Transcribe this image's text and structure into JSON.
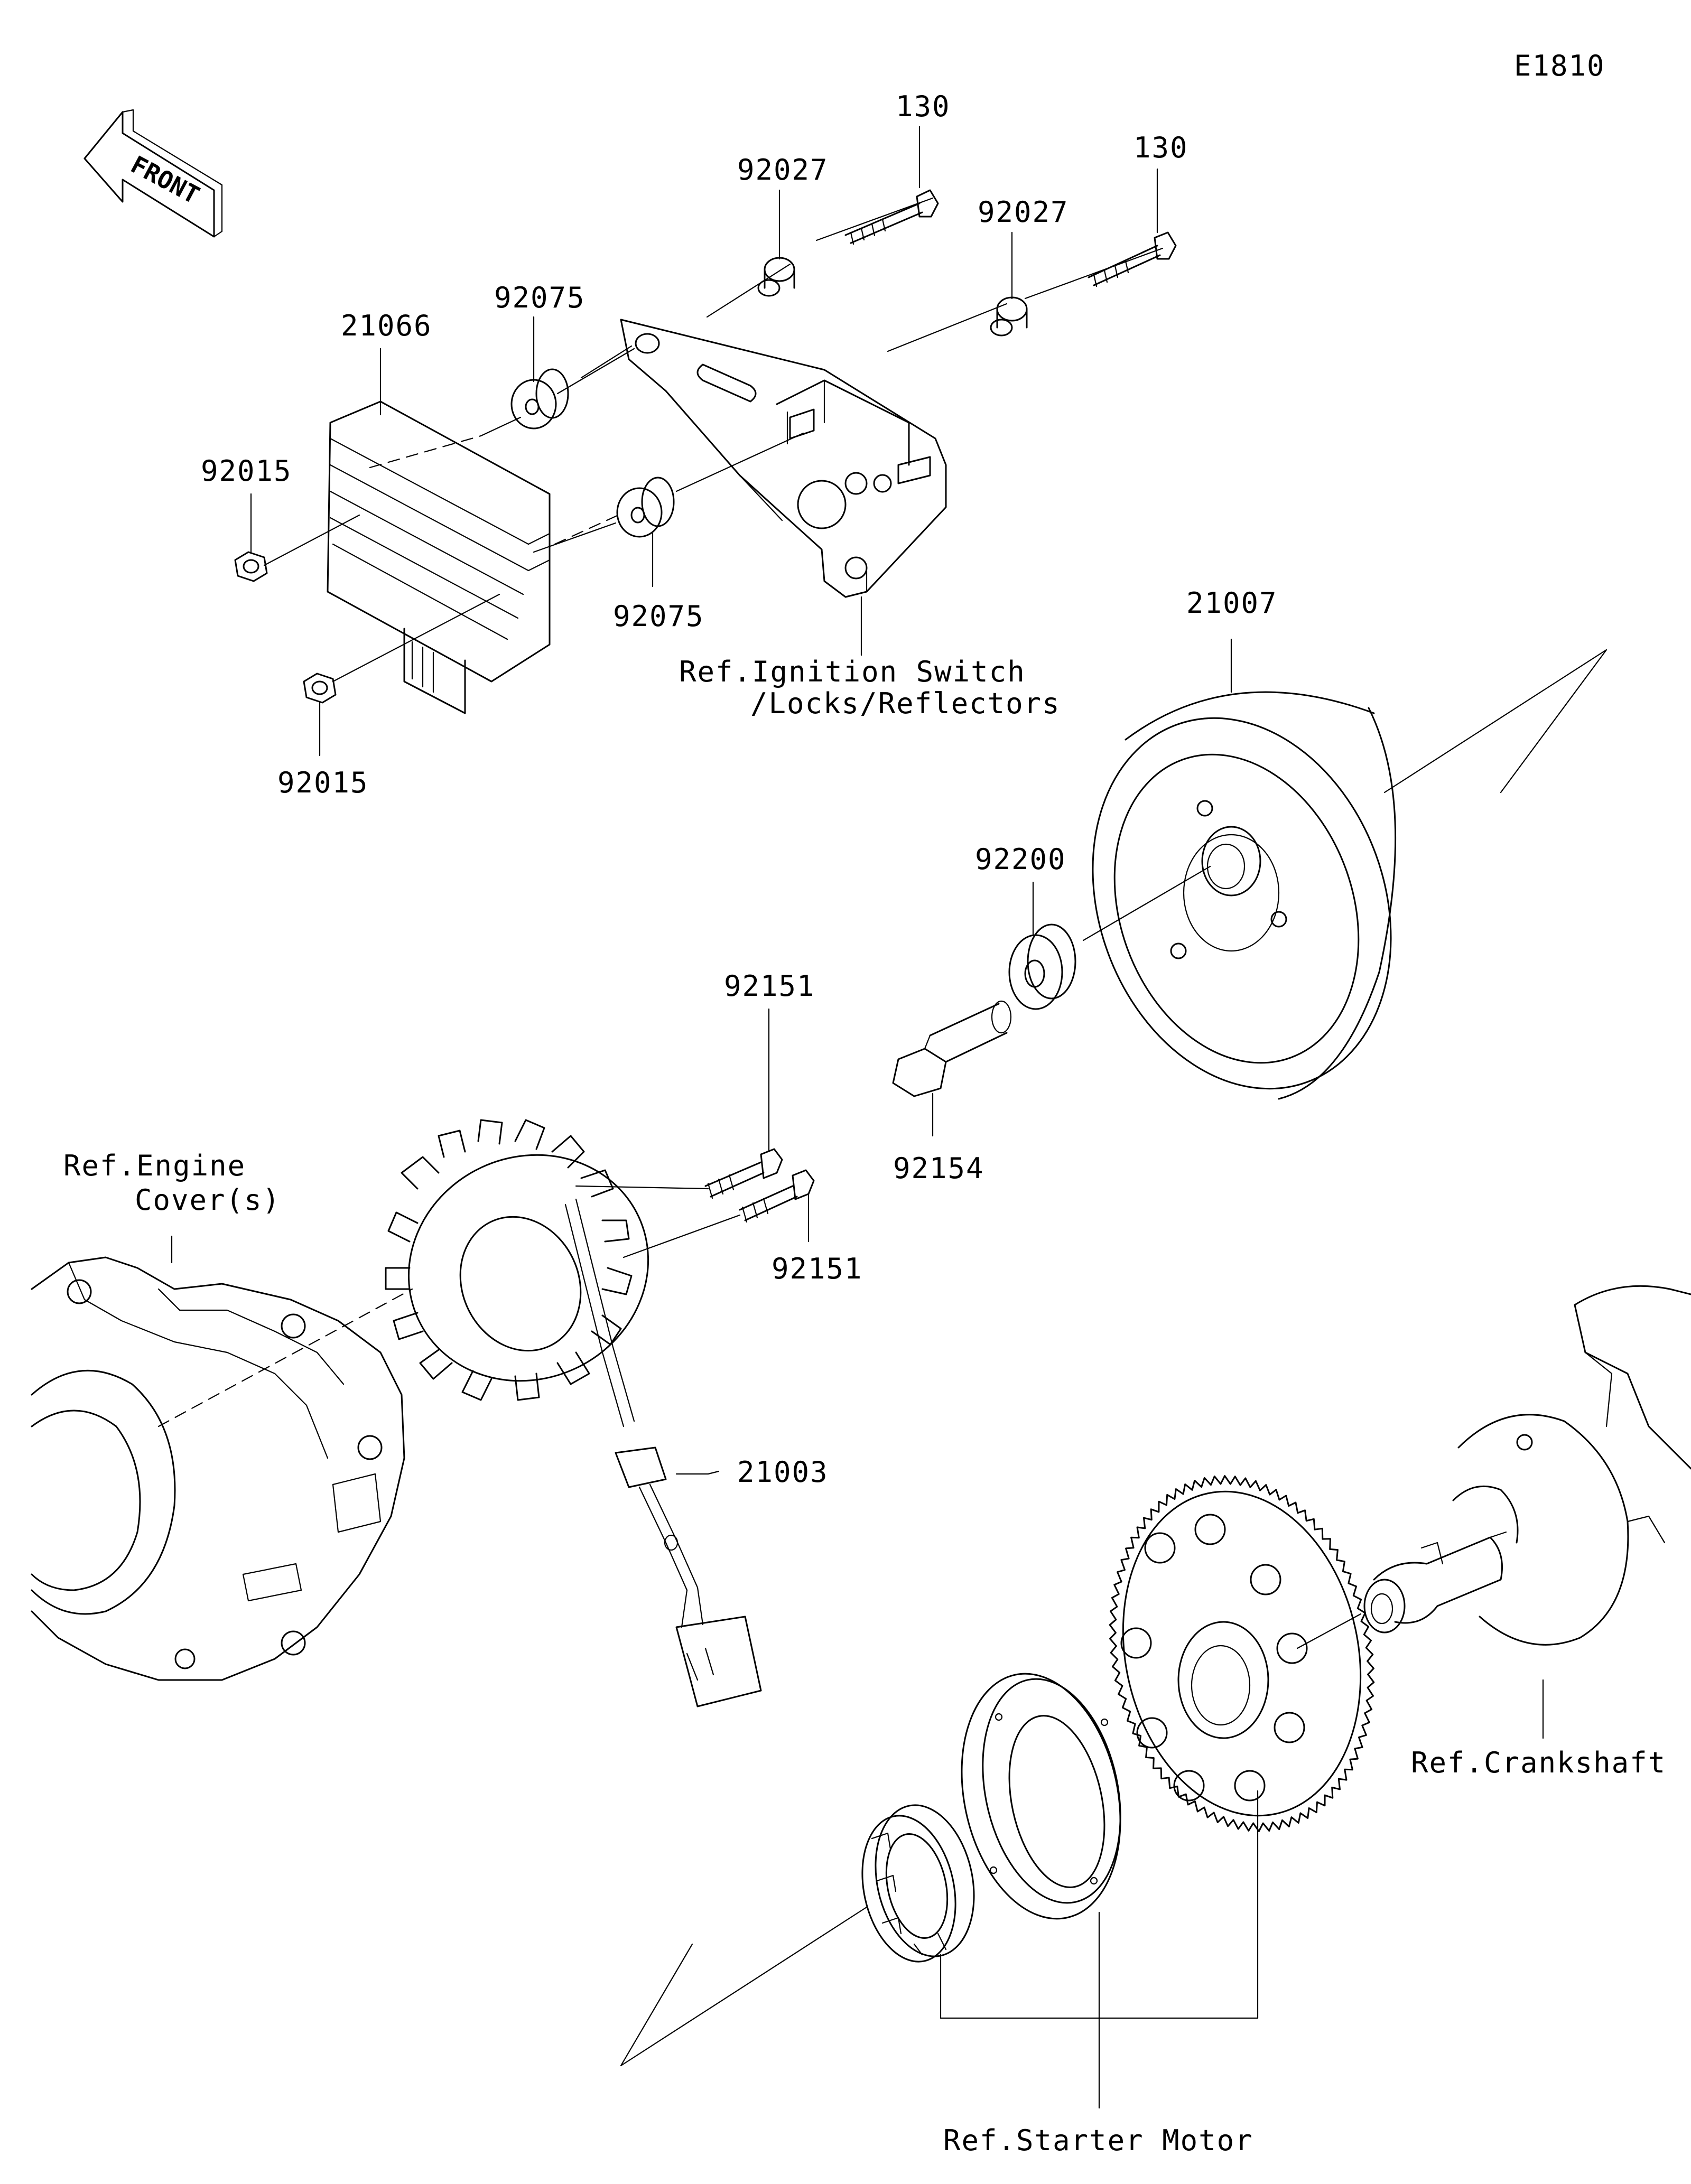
{
  "diagram_code": "E1810",
  "front_label": "FRONT",
  "parts": {
    "p130_a": "130",
    "p130_b": "130",
    "p92027_a": "92027",
    "p92027_b": "92027",
    "p21066": "21066",
    "p92075_a": "92075",
    "p92075_b": "92075",
    "p92015_a": "92015",
    "p92015_b": "92015",
    "p21007": "21007",
    "p92200": "92200",
    "p92151_a": "92151",
    "p92151_b": "92151",
    "p92154": "92154",
    "p21003": "21003"
  },
  "references": {
    "ignition_line1": "Ref.Ignition Switch",
    "ignition_line2": "/Locks/Reflectors",
    "engine_line1": "Ref.Engine",
    "engine_line2": "Cover(s)",
    "crankshaft": "Ref.Crankshaft",
    "starter": "Ref.Starter Motor"
  }
}
